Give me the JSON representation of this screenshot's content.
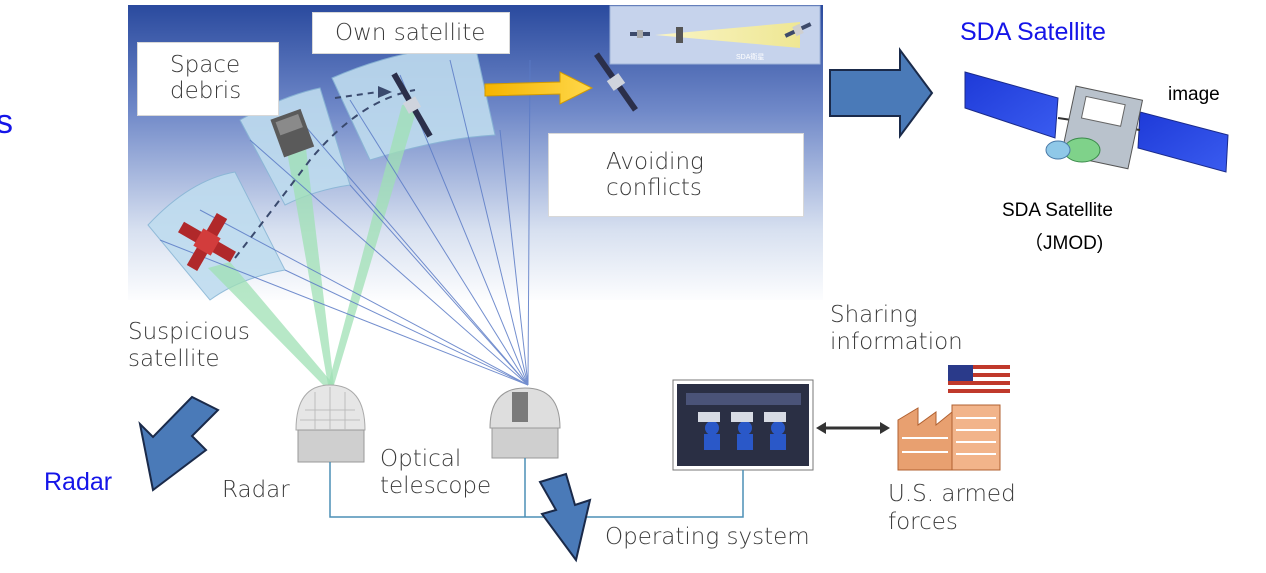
{
  "left_panel": {
    "cut_letter": "s",
    "radar_callout": "Radar"
  },
  "diagram": {
    "own_satellite": "Own satellite",
    "space_debris": [
      "Space",
      "debris"
    ],
    "avoiding_conflicts": [
      "Avoiding",
      "conflicts"
    ],
    "inset_caption": "SDA衛星",
    "suspicious_satellite": [
      "Suspicious",
      "satellite"
    ],
    "sharing_information": [
      "Sharing",
      "information"
    ],
    "radar": "Radar",
    "optical_telescope": [
      "Optical",
      "telescope"
    ],
    "us_armed_forces": [
      "U.S. armed",
      "forces"
    ],
    "operating_system": "Operating system"
  },
  "right_panel": {
    "title": "SDA Satellite",
    "image_note": "image",
    "caption_line1": "SDA Satellite",
    "caption_line2": "（JMOD)"
  },
  "colors": {
    "accent_blue": "#1515e8",
    "arrow_blue": "#4a7ab8",
    "arrow_outline": "#1a2a4a",
    "sky_top": "#2a4a9e",
    "beam_green": "#9fe0b4",
    "cone_yellow": "#f3e98a"
  }
}
